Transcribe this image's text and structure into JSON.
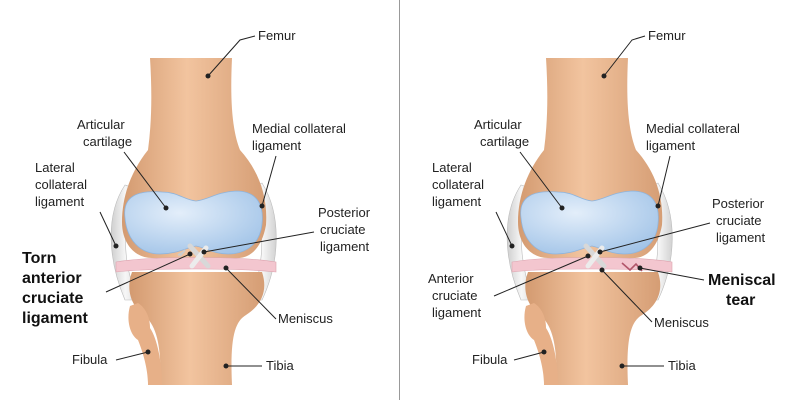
{
  "left_panel": {
    "labels": {
      "femur": "Femur",
      "articular_cartilage": [
        "Articular",
        "cartilage"
      ],
      "medial_collateral_ligament": [
        "Medial collateral",
        "ligament"
      ],
      "lateral_collateral_ligament": [
        "Lateral",
        "collateral",
        "ligament"
      ],
      "posterior_cruciate_ligament": [
        "Posterior",
        "cruciate",
        "ligament"
      ],
      "torn_anterior_cruciate_ligament": [
        "Torn",
        "anterior",
        "cruciate",
        "ligament"
      ],
      "meniscus": "Meniscus",
      "fibula": "Fibula",
      "tibia": "Tibia"
    }
  },
  "right_panel": {
    "labels": {
      "femur": "Femur",
      "articular_cartilage": [
        "Articular",
        "cartilage"
      ],
      "medial_collateral_ligament": [
        "Medial collateral",
        "ligament"
      ],
      "lateral_collateral_ligament": [
        "Lateral",
        "collateral",
        "ligament"
      ],
      "posterior_cruciate_ligament": [
        "Posterior",
        "cruciate",
        "ligament"
      ],
      "anterior_cruciate_ligament": [
        "Anterior",
        "cruciate",
        "ligament"
      ],
      "meniscal_tear": [
        "Meniscal",
        "tear"
      ],
      "meniscus": "Meniscus",
      "fibula": "Fibula",
      "tibia": "Tibia"
    }
  },
  "colors": {
    "bone": "#eab78f",
    "bone_shade": "#c98e66",
    "cartilage": "#bcd6f2",
    "cartilage_edge": "#8fb4dc",
    "meniscus": "#f3c6cf",
    "ligament": "#e6e6e6",
    "divider": "#999999"
  }
}
